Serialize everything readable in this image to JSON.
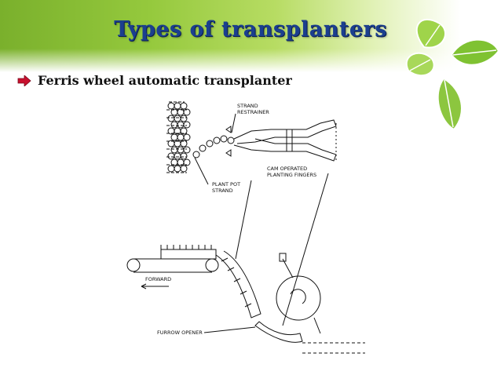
{
  "slide": {
    "title": "Types of transplanters",
    "bullet": "Ferris wheel automatic transplanter"
  },
  "diagram": {
    "labels": {
      "strand": "STRAND",
      "restrainer": "RESTRAINER",
      "cam_operated": "CAM OPERATED",
      "planting_fingers": "PLANTING FINGERS",
      "plant_pot": "PLANT POT",
      "strand2": "STRAND",
      "forward": "FORWARD",
      "furrow_opener": "FURROW OPENER"
    }
  },
  "colors": {
    "title": "#1b3f8f",
    "header_green": "#7ab02c",
    "leaf_green": "#8cc63f",
    "bullet_red": "#c8102e"
  },
  "icons": {
    "bullet": "arrow-bullet-icon",
    "decoration": "leaf-icon"
  }
}
